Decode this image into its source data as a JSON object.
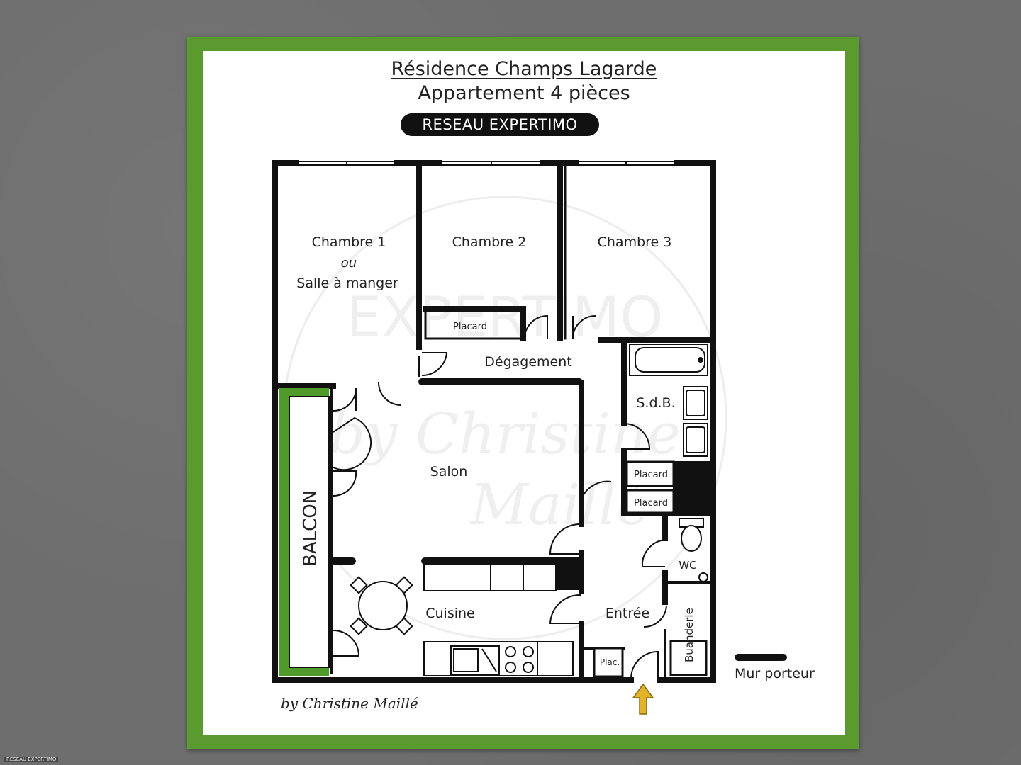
{
  "title": "Résidence Champs Lagarde",
  "subtitle": "Appartement 4 pièces",
  "badge": "RESEAU EXPERTIMO",
  "watermark": {
    "top": "EXPERTIMO",
    "middle": "by Christine",
    "bottom": "Maillé"
  },
  "rooms": {
    "chambre1_line1": "Chambre 1",
    "chambre1_line2": "ou",
    "chambre1_line3": "Salle à manger",
    "chambre2": "Chambre 2",
    "chambre3": "Chambre 3",
    "placard_top": "Placard",
    "degagement": "Dégagement",
    "sdb": "S.d.B.",
    "placard_1": "Placard",
    "placard_2": "Placard",
    "salon": "Salon",
    "balcon": "BALCON",
    "wc": "WC",
    "cuisine": "Cuisine",
    "entree": "Entrée",
    "buanderie": "Buanderie",
    "plac": "Plac."
  },
  "legend": {
    "label": "Mur porteur"
  },
  "signature": "by Christine Maillé",
  "corner_tag": "RESEAU EXPERTIMO",
  "colors": {
    "frame": "#5a9a2e",
    "wall": "#111111",
    "balcony": "#4f9a2a",
    "arrow": "#e2b32a"
  }
}
